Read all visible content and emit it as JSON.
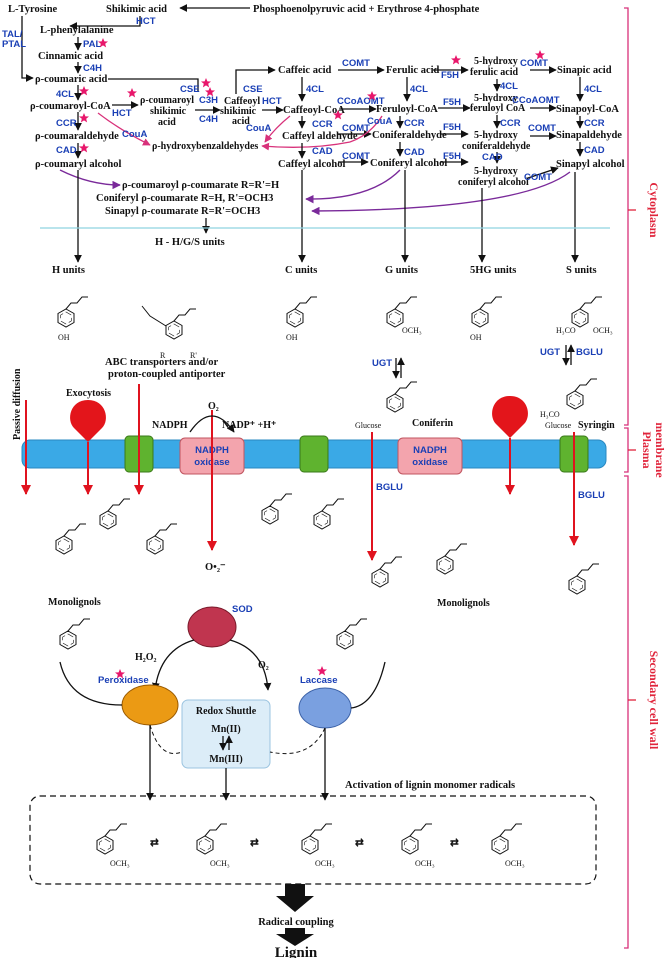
{
  "title": "",
  "sections": {
    "cytoplasm": "Cytoplasm",
    "membrane_1": "Plasma",
    "membrane_2": "membrane",
    "cellwall": "Secondary cell wall"
  },
  "metabolites": {
    "tyrosine": "L-Tyrosine",
    "shikimic": "Shikimic acid",
    "pep": "Phosphoenolpyruvic acid + Erythrose 4-phosphate",
    "phenylalanine": "L-phenylalanine",
    "cinnamic": "Cinnamic acid",
    "coumaric": "ρ-coumaric acid",
    "coumaroylcoa": "ρ-coumaroyl-CoA",
    "coumaroylshik_1": "ρ-coumaroyl",
    "coumaroylshik_2": "shikimic",
    "coumaroylshik_3": "acid",
    "caffeoylshik_1": "Caffeoyl",
    "caffeoylshik_2": "shikimic",
    "caffeoylshik_3": "acid",
    "caffeic": "Caffeic acid",
    "caffeoylcoa": "Caffeoyl-CoA",
    "ferulic": "Ferulic acid",
    "feruloylcoa": "Feruloyl-CoA",
    "hferulic_1": "5-hydroxy",
    "hferulic_2": "ferulic acid",
    "hferuloyl_1": "5-hydroxy",
    "hferuloyl_2": "feruloyl CoA",
    "sinapic": "Sinapic acid",
    "sinapoylcoa": "Sinapoyl-CoA",
    "coumaraldehyde": "ρ-coumaraldehyde",
    "hba": "ρ-hydroxybenzaldehydes",
    "caffeylald": "Caffeyl aldehyde",
    "coniferald": "Coniferaldehyde",
    "hconald_1": "5-hydroxy",
    "hconald_2": "coniferaldehyde",
    "sinapald": "Sinapaldehyde",
    "coumaryl": "ρ-coumaryl alcohol",
    "caffeylalc": "Caffeyl alcohol",
    "coniferyl": "Coniferyl alcohol",
    "hconalc_1": "5-hydroxy",
    "hconalc_2": "coniferyl alcohol",
    "sinapyl": "Sinapyl alcohol",
    "ester1": "ρ-coumaroyl ρ-coumarate R=R'=H",
    "ester2": "Coniferyl ρ-coumarate R=H, R'=OCH3",
    "ester3": "Sinapyl ρ-coumarate R=R'=OCH3",
    "hgs": "H - H/G/S units",
    "coniferin": "Coniferin",
    "syringin": "Syringin",
    "glucose1": "Glucose",
    "glucose2": "Glucose"
  },
  "enzymes": {
    "tal_1": "TAL/",
    "tal_2": "PTAL",
    "hct_top": "HCT",
    "pal": "PAL",
    "c4h": "C4H",
    "cl4_1": "4CL",
    "hct_1": "HCT",
    "cse_1": "CSE",
    "c3h": "C3H",
    "c4h_2": "C4H",
    "cse_2": "CSE",
    "hct_2": "HCT",
    "cl4_2": "4CL",
    "comt_1": "COMT",
    "ccoaomt_1": "CCoAOMT",
    "cl4_3": "4CL",
    "f5h_1": "F5H",
    "comt_2": "COMT",
    "cl4_4": "4CL",
    "f5h_2": "F5H",
    "ccoaomt_2": "CCoAOMT",
    "cl4_5": "4CL",
    "ccr_1": "CCR",
    "coua_1": "CouA",
    "coua_2": "CouA",
    "ccr_2": "CCR",
    "comt_3": "COMT",
    "coua_3": "CouA",
    "ccr_3": "CCR",
    "f5h_3": "F5H",
    "ccr_4": "CCR",
    "comt_4": "COMT",
    "ccr_5": "CCR",
    "cad_1": "CAD",
    "cad_2": "CAD",
    "comt_5": "COMT",
    "cad_3": "CAD",
    "f5h_4": "F5H",
    "cad_4": "CAD",
    "comt_6": "COMT",
    "cad_5": "CAD",
    "ugt_1": "UGT",
    "ugt_2": "UGT",
    "bglu_1": "BGLU",
    "bglu_2": "BGLU",
    "bglu_3": "BGLU",
    "sod": "SOD",
    "peroxidase": "Peroxidase",
    "laccase": "Laccase"
  },
  "units": {
    "h": "H units",
    "c": "C units",
    "g": "G units",
    "hg": "5HG units",
    "s": "S units"
  },
  "transport": {
    "abc_1": "ABC transporters and/or",
    "abc_2": "proton-coupled antiporter",
    "passive": "Passive diffusion",
    "exocytosis": "Exocytosis",
    "nadph": "NADPH",
    "nadp": "NADP⁺ +H⁺",
    "o2_top": "O₂",
    "nadph_ox_1": "NADPH",
    "nadph_ox_2": "oxidase",
    "nadph_ox2_1": "NADPH",
    "nadph_ox2_2": "oxidase",
    "superoxide": "O•₂⁻",
    "h2o2": "H₂O₂",
    "o2_cw": "O₂",
    "monolignols_1": "Monolignols",
    "monolignols_2": "Monolignols"
  },
  "redox": {
    "title": "Redox Shuttle",
    "mn2": "Mn(II)",
    "mn3": "Mn(III)"
  },
  "activation": "Activation of lignin monomer radicals",
  "coupling": "Radical coupling",
  "lignin": "Lignin",
  "chem": {
    "oh": "OH",
    "och3": "OCH₃",
    "h3co": "H₃CO",
    "r": "R",
    "rp": "R'"
  }
}
